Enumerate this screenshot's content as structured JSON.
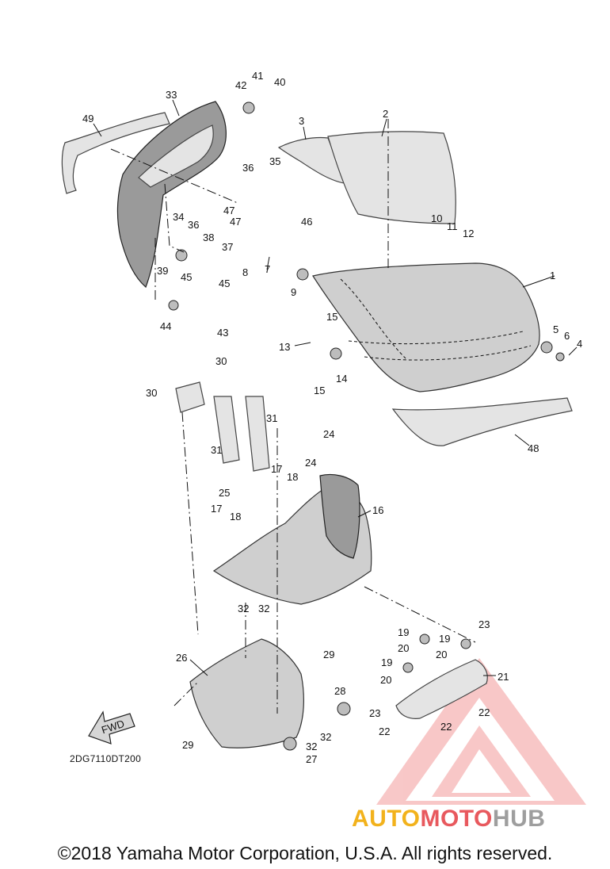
{
  "diagram": {
    "part_code": "2DG7110DT200",
    "fwd_label": "FWD",
    "copyright": "©2018 Yamaha Motor Corporation, U.S.A. All rights reserved.",
    "watermark": {
      "part1": "AUTO",
      "part2": "MOTO",
      "part3": "HUB",
      "colors": {
        "auto": "#f2b21c",
        "moto": "#e8595e",
        "hub": "#9e9e9e"
      }
    },
    "callouts": [
      "1",
      "2",
      "3",
      "4",
      "5",
      "6",
      "7",
      "8",
      "9",
      "10",
      "11",
      "12",
      "13",
      "14",
      "15",
      "15",
      "16",
      "17",
      "17",
      "18",
      "18",
      "19",
      "19",
      "19",
      "20",
      "20",
      "20",
      "21",
      "22",
      "22",
      "22",
      "22",
      "23",
      "23",
      "24",
      "24",
      "25",
      "26",
      "27",
      "28",
      "29",
      "29",
      "30",
      "30",
      "31",
      "31",
      "32",
      "32",
      "32",
      "32",
      "33",
      "34",
      "35",
      "36",
      "36",
      "37",
      "38",
      "39",
      "40",
      "41",
      "42",
      "43",
      "44",
      "45",
      "45",
      "46",
      "47",
      "47",
      "48",
      "49"
    ]
  }
}
